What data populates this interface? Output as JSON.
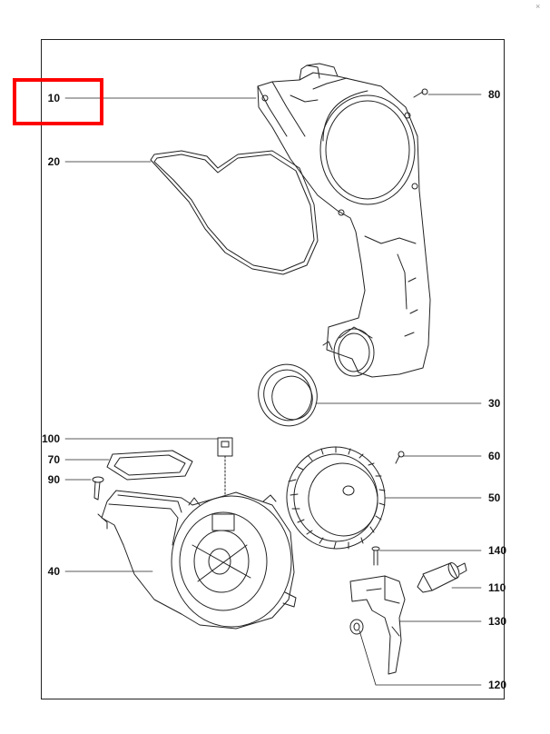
{
  "diagram": {
    "callouts_left": [
      {
        "id": "c10",
        "label": "10"
      },
      {
        "id": "c20",
        "label": "20"
      },
      {
        "id": "c100",
        "label": "100"
      },
      {
        "id": "c70",
        "label": "70"
      },
      {
        "id": "c90",
        "label": "90"
      },
      {
        "id": "c40",
        "label": "40"
      }
    ],
    "callouts_right": [
      {
        "id": "c80",
        "label": "80"
      },
      {
        "id": "c30",
        "label": "30"
      },
      {
        "id": "c60",
        "label": "60"
      },
      {
        "id": "c50",
        "label": "50"
      },
      {
        "id": "c140",
        "label": "140"
      },
      {
        "id": "c110",
        "label": "110"
      },
      {
        "id": "c130",
        "label": "130"
      },
      {
        "id": "c120",
        "label": "120"
      }
    ],
    "highlighted_part": "10",
    "highlight_color": "#ff0000",
    "corner_mark": "×"
  }
}
